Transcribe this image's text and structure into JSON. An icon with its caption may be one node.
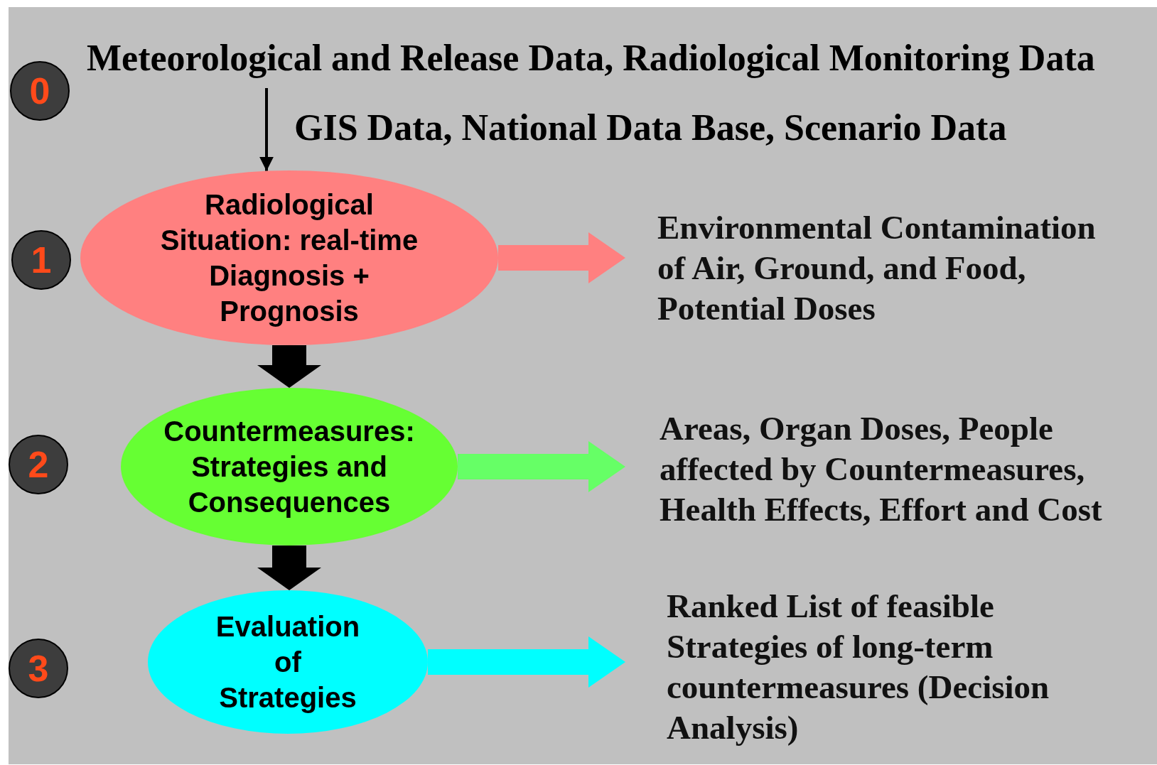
{
  "diagram": {
    "nodes": [
      {
        "text": [
          "0"
        ]
      },
      {
        "text": [
          "1"
        ]
      },
      {
        "text": [
          "2"
        ]
      },
      {
        "text": [
          "3"
        ]
      },
      {
        "text": [
          "Meteorological and Release Data, Radiological Monitoring Data"
        ]
      },
      {
        "text": [
          "GIS Data, National Data Base, Scenario Data"
        ]
      },
      {
        "text": [
          "Radiological Situation: real-time Diagnosis + Prognosis"
        ]
      },
      {
        "text": [
          "Countermeasures: Strategies and Consequences"
        ]
      },
      {
        "text": [
          "Evaluation of Strategies"
        ]
      },
      {
        "text": [
          "Environmental Contamination of Air, Ground, and Food, Potential Doses"
        ]
      },
      {
        "text": [
          "Areas, Organ Doses, People affected by Countermeasures, Health Effects, Effort and Cost"
        ]
      },
      {
        "text": [
          "Ranked List of feasible Strategies of long-term countermeasures (Decision Analysis)"
        ]
      }
    ],
    "edges": [
      {
        "from": 4,
        "to": 6,
        "arrow": "to"
      },
      {
        "from": 6,
        "to": 7,
        "arrow": "to",
        "style": "thick"
      },
      {
        "from": 7,
        "to": 8,
        "arrow": "to",
        "style": "thick"
      },
      {
        "from": 6,
        "to": 9,
        "arrow": "to",
        "style": "thick",
        "color": "#ff8080"
      },
      {
        "from": 7,
        "to": 10,
        "arrow": "to",
        "style": "thick",
        "color": "#66ff66"
      },
      {
        "from": 8,
        "to": 11,
        "arrow": "to",
        "style": "thick",
        "color": "#00ffff"
      }
    ]
  }
}
